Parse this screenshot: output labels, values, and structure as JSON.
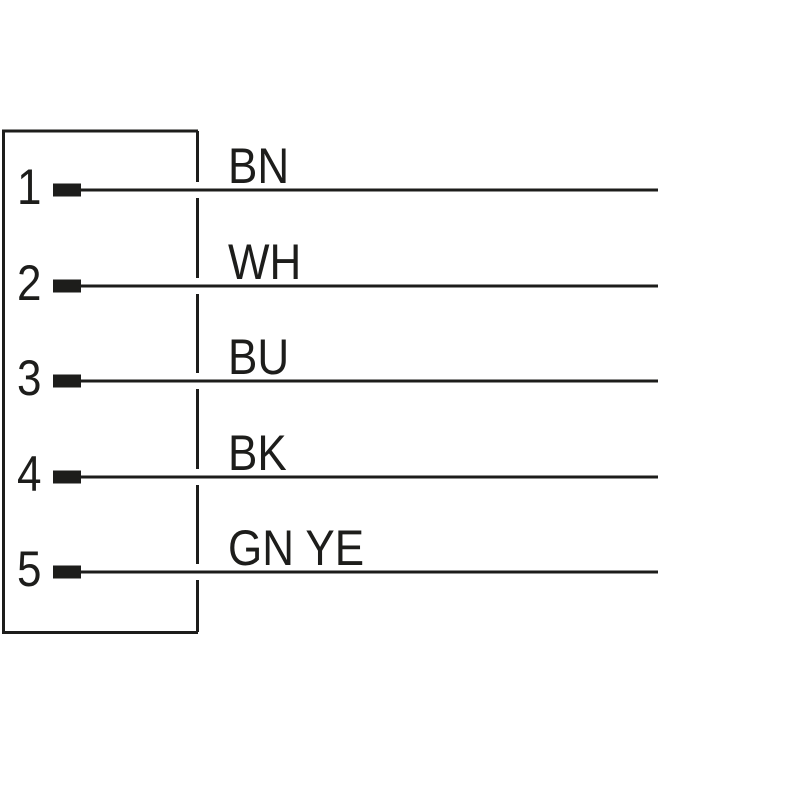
{
  "diagram": {
    "type": "connector-pinout-wiring-diagram",
    "line_color": "#1d1d1b",
    "background_color": "#ffffff",
    "pins": [
      {
        "number": "1",
        "color_code": "BN"
      },
      {
        "number": "2",
        "color_code": "WH"
      },
      {
        "number": "3",
        "color_code": "BU"
      },
      {
        "number": "4",
        "color_code": "BK"
      },
      {
        "number": "5",
        "color_code": "GN YE"
      }
    ]
  }
}
